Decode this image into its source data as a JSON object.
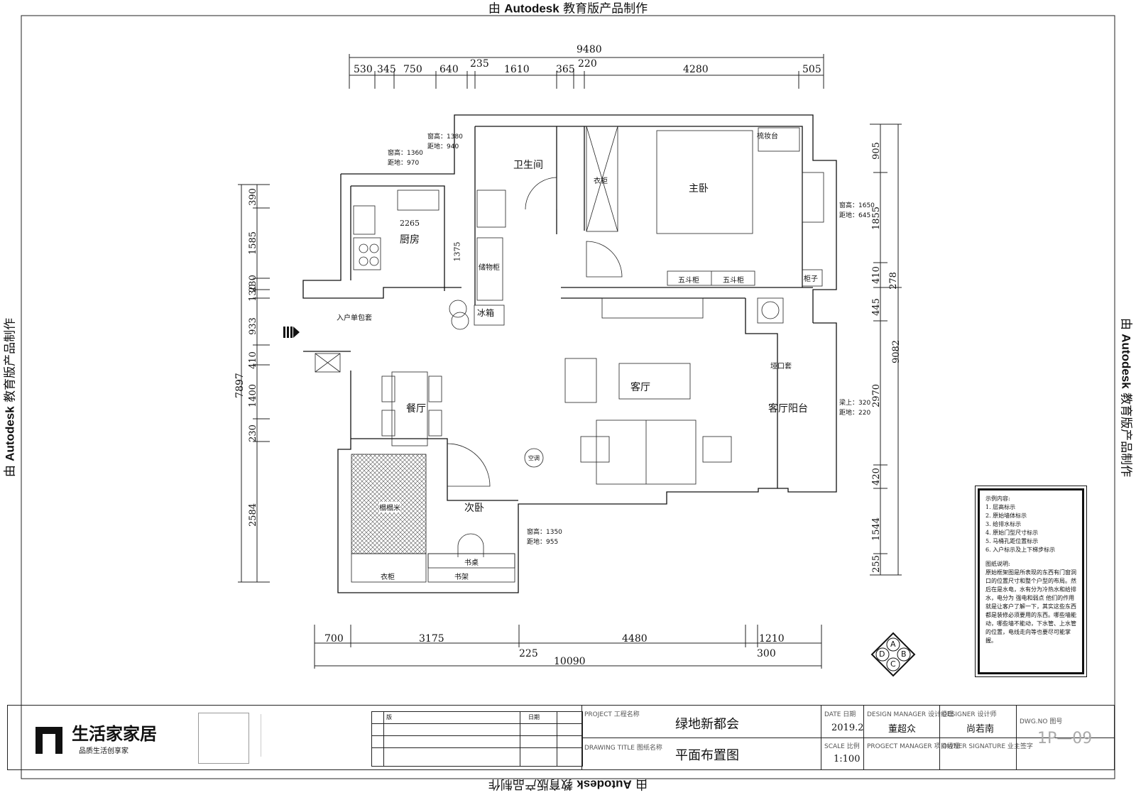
{
  "watermark": {
    "prefix": "由",
    "brand": "Autodesk",
    "suffix": "教育版产品制作"
  },
  "dimensions": {
    "top_total": "9480",
    "top_segments": [
      "530",
      "345",
      "750",
      "640",
      "235",
      "1610",
      "365",
      "220",
      "4280",
      "505"
    ],
    "bottom_total": "10090",
    "bottom_segments": [
      "700",
      "3175",
      "4480",
      "1210"
    ],
    "bottom_small": [
      "225",
      "300"
    ],
    "left_total": "7897",
    "left_segments": [
      "390",
      "1585",
      "230",
      "130",
      "933",
      "410",
      "1400",
      "230",
      "2584"
    ],
    "right_total": "9082",
    "right_segments": [
      "905",
      "1855",
      "410",
      "445",
      "2970",
      "420",
      "1544",
      "255"
    ],
    "right_outer": "278",
    "kitchen_width": "2265",
    "kitchen_depth": "1375"
  },
  "rooms": {
    "bathroom": "卫生间",
    "kitchen": "厨房",
    "master_bedroom": "主卧",
    "living_room": "客厅",
    "dining": "餐厅",
    "second_bedroom": "次卧",
    "living_balcony": "客厅阳台"
  },
  "fixtures": {
    "wardrobe_master": "衣柜",
    "dresser": "梳妆台",
    "storage_cabinet": "储物柜",
    "fridge": "冰箱",
    "chest_left": "五斗柜",
    "chest_right": "五斗柜",
    "cabinet": "柜子",
    "entry_cover": "入户单包套",
    "door_cover": "垭口套",
    "ac": "空调",
    "tatami": "榻榻米",
    "wardrobe_second": "衣柜",
    "desk": "书桌",
    "bookshelf": "书架"
  },
  "window_notes": [
    {
      "height": "窗高：1380",
      "sill": "距地：940"
    },
    {
      "height": "窗高：1360",
      "sill": "距地：970"
    },
    {
      "height": "窗高：1650",
      "sill": "距地：645"
    },
    {
      "height": "梁上：320",
      "sill": "距地：220"
    },
    {
      "height": "窗高：1350",
      "sill": "距地：955"
    }
  ],
  "legend": {
    "title": "示例内容:",
    "items": [
      "1. 层高标示",
      "2. 原始墙体标示",
      "3. 给排水标示",
      "4. 原始门型尺寸标示",
      "5. 马桶孔距位置标示",
      "6. 入户标示及上下梯步标示"
    ],
    "desc_title": "图纸说明:",
    "desc": "原始框架图是所表现的东西有门窗洞口的位置尺寸和整个户型的布局。然后在是水电，水有分为冷热水和给排水，电分为 强电和弱点 他们的作用就是让客户了解一下，其实这些东西都是装修必须要用的东西。哪些墙能动，哪些墙不能动，下水管、上水管的位置，电线走向等也要尽可能掌握。"
  },
  "compass": [
    "A",
    "B",
    "C",
    "D"
  ],
  "title_block": {
    "company": "生活家家居",
    "slogan": "品质生活创享家",
    "project_label": "PROJECT  工程名称",
    "project": "绿地新都会",
    "drawing_label": "DRAWING TITLE  图纸名称",
    "drawing": "平面布置图",
    "date_label": "DATE 日期",
    "date": "2019.2",
    "scale_label": "SCALE 比例",
    "scale": "1:100",
    "design_manager_label": "DESIGN MANAGER  设计经理",
    "design_manager": "董超众",
    "project_manager_label": "PROGECT MANAGER  项目经理",
    "designer_label": "DESIGNER 设计师",
    "designer": "尚若南",
    "owner_label": "OWNER SIGNATURE  业主签字",
    "dwg_label": "DWG.NO 图号",
    "dwg": "1P—09",
    "rev_header": "版",
    "rev_col": "日期"
  }
}
